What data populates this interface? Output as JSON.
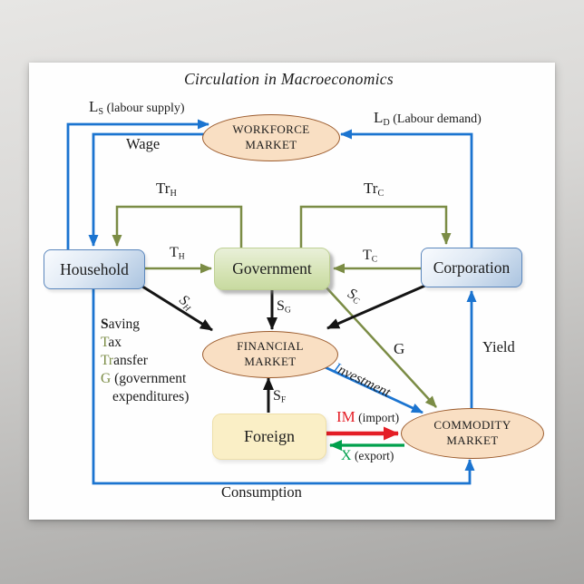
{
  "title": "Circulation in Macroeconomics",
  "nodes": {
    "household": "Household",
    "government": "Government",
    "corporation": "Corporation",
    "foreign": "Foreign",
    "workforce_market": {
      "line1": "WORKFORCE",
      "line2": "MARKET"
    },
    "financial_market": {
      "line1": "FINANCIAL",
      "line2": "MARKET"
    },
    "commodity_market": {
      "line1": "COMMODITY",
      "line2": "MARKET"
    }
  },
  "flows": {
    "labour_supply": {
      "symbol": "L",
      "sub": "S",
      "desc": " (labour supply)"
    },
    "wage": "Wage",
    "labour_demand": {
      "symbol": "L",
      "sub": "D",
      "desc": " (Labour demand)"
    },
    "transfer_household": {
      "symbol": "Tr",
      "sub": "H"
    },
    "transfer_corporation": {
      "symbol": "Tr",
      "sub": "C"
    },
    "tax_household": {
      "symbol": "T",
      "sub": "H"
    },
    "tax_corporation": {
      "symbol": "T",
      "sub": "C"
    },
    "saving_household": {
      "symbol": "S",
      "sub": "H"
    },
    "saving_government": {
      "symbol": "S",
      "sub": "G"
    },
    "saving_corporation": {
      "symbol": "S",
      "sub": "C"
    },
    "saving_foreign": {
      "symbol": "S",
      "sub": "F"
    },
    "government_expenditure": "G",
    "yield": "Yield",
    "investment": {
      "prefix": "I",
      "rest": "nvestment"
    },
    "import": {
      "symbol": "IM",
      "desc": " (import)"
    },
    "export": {
      "symbol": "X",
      "desc": " (export)"
    },
    "consumption": "Consumption"
  },
  "legend": {
    "items": [
      {
        "prefix": "S",
        "rest": "aving"
      },
      {
        "prefix": "T",
        "rest": "ax"
      },
      {
        "prefix": "Tr",
        "rest": "ansfer"
      },
      {
        "prefix": "G",
        "rest": " (government",
        "line2": "expenditures)"
      }
    ]
  },
  "colors": {
    "line_blue": "#1b74d0",
    "line_olive": "#7b8c45",
    "line_black": "#141414",
    "arrow_red": "#e41e26",
    "arrow_green": "#00a04c",
    "market_fill": "#f9dfc3",
    "market_border": "#9c5c2e",
    "household_fill": "#dfe9f4",
    "government_fill": "#d5e3b4",
    "foreign_fill": "#faefc6"
  }
}
